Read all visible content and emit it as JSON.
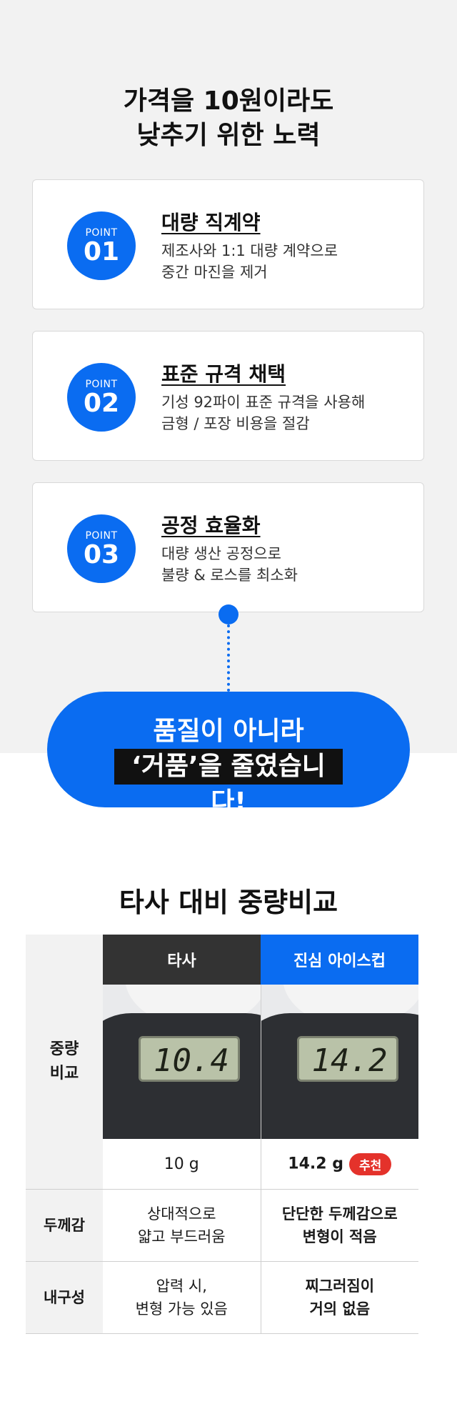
{
  "hero": {
    "title_line1": "가격을 10원이라도",
    "title_line2": "낮추기 위한 노력"
  },
  "points": [
    {
      "badge_label": "POINT",
      "badge_num": "01",
      "title": "대량 직계약",
      "desc": "제조사와 1:1 대량 계약으로\n중간 마진을 제거"
    },
    {
      "badge_label": "POINT",
      "badge_num": "02",
      "title": "표준 규격 채택",
      "desc": "기성 92파이 표준 규격을 사용해\n금형 / 포장 비용을 절감"
    },
    {
      "badge_label": "POINT",
      "badge_num": "03",
      "title": "공정 효율화",
      "desc": "대량 생산 공정으로\n불량 & 로스를 최소화"
    }
  ],
  "callout": {
    "line1": "품질이 아니라",
    "line2": "‘거품’을 줄였습니다!"
  },
  "comparison": {
    "title": "타사 대비 중량비교",
    "col_other": "타사",
    "col_ours": "진심 아이스컵",
    "rows": {
      "weight_label": "중량\n비교",
      "scale_other_reading": "10.4",
      "scale_ours_reading": "14.2",
      "weight_other": "10 g",
      "weight_ours": "14.2 g",
      "recommend_badge": "추천",
      "thickness_label": "두께감",
      "thickness_other": "상대적으로\n얇고 부드러움",
      "thickness_ours": "단단한 두께감으로\n변형이 적음",
      "durability_label": "내구성",
      "durability_other": "압력 시,\n변형 가능 있음",
      "durability_ours": "찌그러짐이\n거의 없음"
    }
  },
  "colors": {
    "accent": "#0a6cf1",
    "dark": "#333333",
    "recommend": "#e4322b",
    "top_bg": "#f2f2f2"
  }
}
